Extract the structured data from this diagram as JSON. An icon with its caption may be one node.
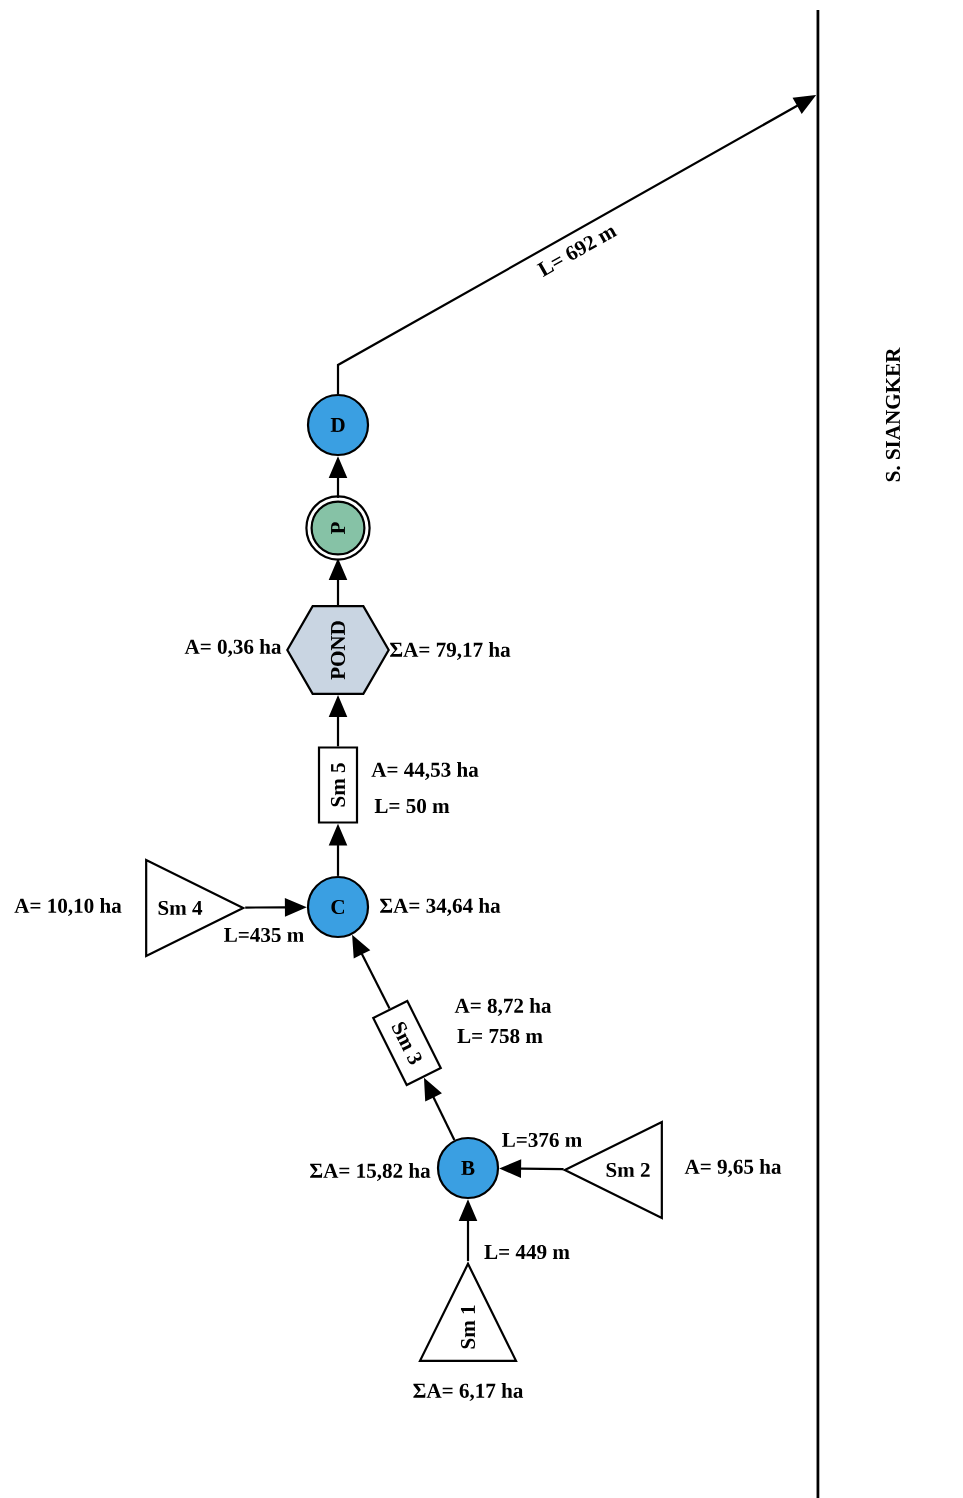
{
  "diagram": {
    "nodes": [
      {
        "text": [],
        "shape": "line",
        "beside": [
          "S. SIANGKER"
        ]
      },
      {
        "text": [
          "D"
        ]
      },
      {
        "text": [
          "P"
        ]
      },
      {
        "text": [
          "POND"
        ],
        "beside": [
          "A= 0,36 ha",
          "ΣA= 79,17 ha"
        ]
      },
      {
        "text": [
          "Sm 5"
        ],
        "beside": [
          "A= 44,53 ha",
          "L= 50 m"
        ]
      },
      {
        "text": [
          "Sm 4"
        ],
        "beside": [
          "A= 10,10 ha"
        ]
      },
      {
        "text": [
          "C"
        ],
        "beside": [
          "ΣA= 34,64 ha"
        ]
      },
      {
        "text": [
          "Sm 3"
        ],
        "beside": [
          "A= 8,72 ha",
          "L= 758 m"
        ]
      },
      {
        "text": [
          "B"
        ],
        "beside": [
          "ΣA= 15,82 ha"
        ]
      },
      {
        "text": [
          "Sm 2"
        ],
        "beside": [
          "A= 9,65 ha"
        ]
      },
      {
        "text": [
          "Sm 1"
        ],
        "beside": [
          "ΣA= 6,17 ha"
        ]
      }
    ],
    "edges": [
      {
        "from": 1,
        "to": 0,
        "arrow": "to",
        "label": "L= 692 m"
      },
      {
        "from": 2,
        "to": 1,
        "arrow": "to"
      },
      {
        "from": 3,
        "to": 2,
        "arrow": "to"
      },
      {
        "from": 4,
        "to": 3,
        "arrow": "to"
      },
      {
        "from": 6,
        "to": 4,
        "arrow": "to"
      },
      {
        "from": 5,
        "to": 6,
        "arrow": "to",
        "label": "L=435 m"
      },
      {
        "from": 7,
        "to": 6,
        "arrow": "to"
      },
      {
        "from": 8,
        "to": 7,
        "arrow": "to"
      },
      {
        "from": 9,
        "to": 8,
        "arrow": "to",
        "label": "L=376 m"
      },
      {
        "from": 10,
        "to": 8,
        "arrow": "to",
        "label": "L= 449 m"
      }
    ]
  }
}
